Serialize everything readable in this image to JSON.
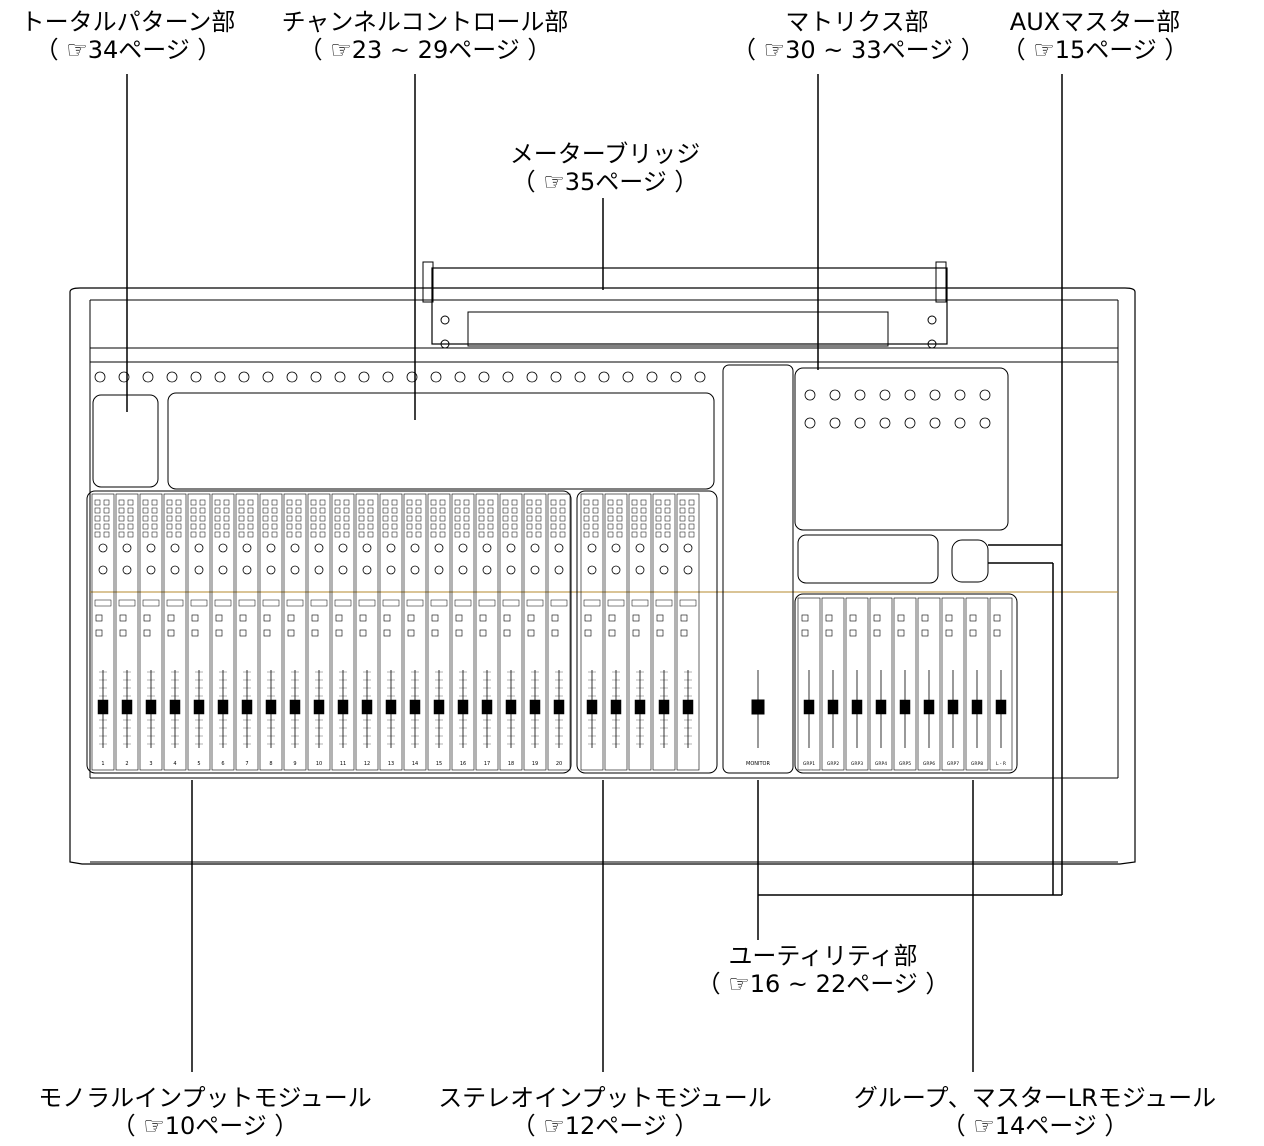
{
  "callouts": {
    "total_pattern": {
      "title": "トータルパターン部",
      "page": "（ ☞34ページ ）"
    },
    "channel_control": {
      "title": "チャンネルコントロール部",
      "page": "（ ☞23 ~ 29ページ ）"
    },
    "matrix": {
      "title": "マトリクス部",
      "page": "（ ☞30 ~ 33ページ ）"
    },
    "aux_master": {
      "title": "AUXマスター部",
      "page": "（ ☞15ページ ）"
    },
    "meter_bridge": {
      "title": "メーターブリッジ",
      "page": "（ ☞35ページ ）"
    },
    "utility": {
      "title": "ユーティリティ部",
      "page": "（ ☞16 ~ 22ページ ）"
    },
    "mono_input": {
      "title": "モノラルインプットモジュール",
      "page": "（ ☞10ページ ）"
    },
    "stereo_input": {
      "title": "ステレオインプットモジュール",
      "page": "（ ☞12ページ ）"
    },
    "group_master": {
      "title": "グループ、マスターLRモジュール",
      "page": "（ ☞14ページ ）"
    }
  },
  "console": {
    "mono_channels": [
      "1",
      "2",
      "3",
      "4",
      "5",
      "6",
      "7",
      "8",
      "9",
      "10",
      "11",
      "12",
      "13",
      "14",
      "15",
      "16",
      "17",
      "18",
      "19",
      "20"
    ],
    "group_channels": [
      "GRP1",
      "GRP2",
      "GRP3",
      "GRP4",
      "GRP5",
      "GRP6",
      "GRP7",
      "GRP8",
      "L - R"
    ],
    "monitor_label": "MONITOR"
  }
}
